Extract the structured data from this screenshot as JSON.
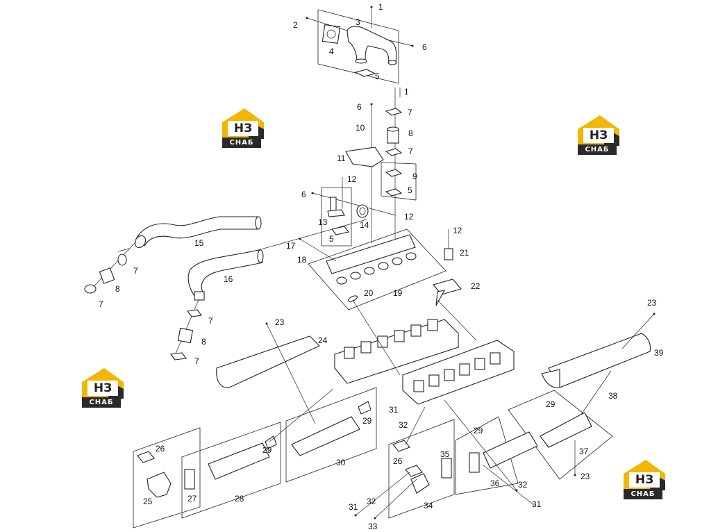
{
  "watermark": {
    "logo_big": "НЗ",
    "logo_small": "СНАБ",
    "color": "#f2b705"
  },
  "callouts": {
    "n1": "1",
    "n2": "2",
    "n3": "3",
    "n4": "4",
    "n5": "5",
    "n6": "6",
    "n7": "7",
    "n8": "8",
    "n9": "9",
    "n10": "10",
    "n11": "11",
    "n12": "12",
    "n13": "13",
    "n14": "14",
    "n15": "15",
    "n16": "16",
    "n17": "17",
    "n18": "18",
    "n19": "19",
    "n20": "20",
    "n21": "21",
    "n22": "22",
    "n23": "23",
    "n24": "24",
    "n25": "25",
    "n26": "26",
    "n27": "27",
    "n28": "28",
    "n29": "29",
    "n30": "30",
    "n31": "31",
    "n32": "32",
    "n33": "33",
    "n34": "34",
    "n35": "35",
    "n36": "36",
    "n37": "37",
    "n38": "38",
    "n39": "39"
  }
}
